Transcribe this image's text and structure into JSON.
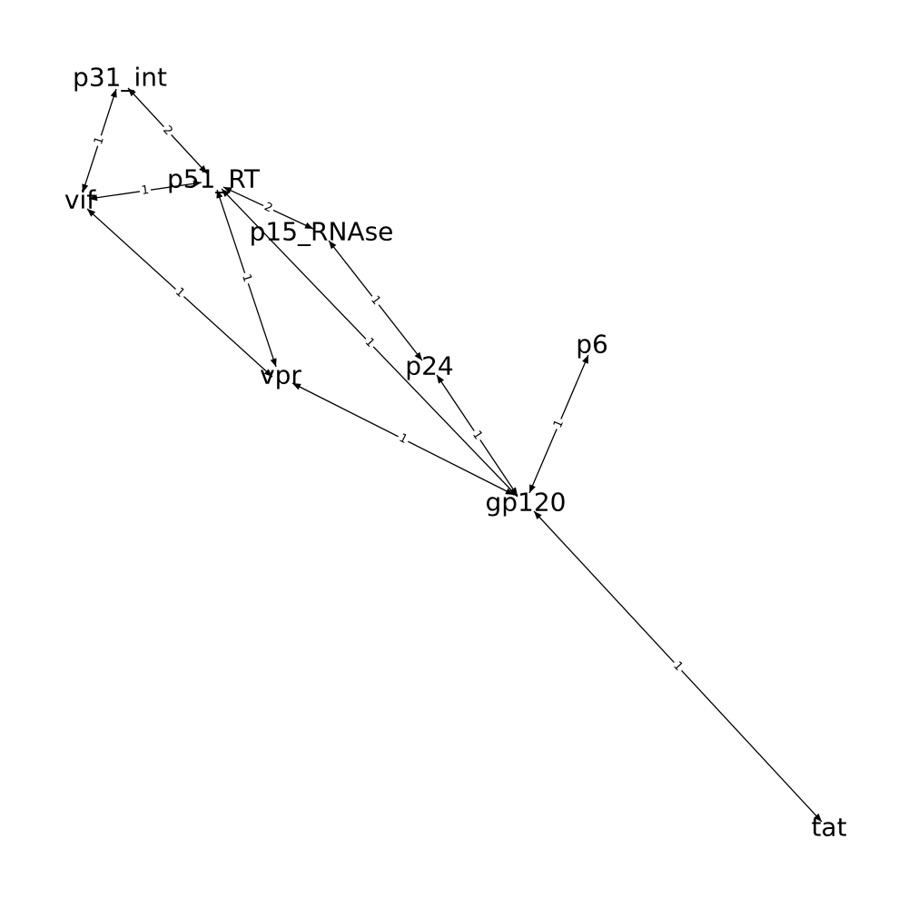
{
  "graph": {
    "directed": true,
    "arrowheads": "both-ends",
    "colors": {
      "edge": "#000000",
      "label": "#000000",
      "background": "#ffffff"
    },
    "nodes": [
      {
        "id": "p31_int",
        "label": "p31_int"
      },
      {
        "id": "p51_RT",
        "label": "p51_RT"
      },
      {
        "id": "vif",
        "label": "vif"
      },
      {
        "id": "p15_RNAse",
        "label": "p15_RNAse"
      },
      {
        "id": "p6",
        "label": "p6"
      },
      {
        "id": "p24",
        "label": "p24"
      },
      {
        "id": "vpr",
        "label": "vpr"
      },
      {
        "id": "gp120",
        "label": "gp120"
      },
      {
        "id": "tat",
        "label": "tat"
      }
    ],
    "edges": [
      {
        "source": "p31_int",
        "target": "vif",
        "weight": "1"
      },
      {
        "source": "p31_int",
        "target": "p51_RT",
        "weight": "2"
      },
      {
        "source": "vif",
        "target": "p51_RT",
        "weight": "1"
      },
      {
        "source": "p51_RT",
        "target": "p15_RNAse",
        "weight": "2"
      },
      {
        "source": "p51_RT",
        "target": "vpr",
        "weight": "1"
      },
      {
        "source": "p51_RT",
        "target": "gp120",
        "weight": "1"
      },
      {
        "source": "vif",
        "target": "vpr",
        "weight": "1"
      },
      {
        "source": "p15_RNAse",
        "target": "p24",
        "weight": "1"
      },
      {
        "source": "p24",
        "target": "gp120",
        "weight": "1"
      },
      {
        "source": "vpr",
        "target": "gp120",
        "weight": "1"
      },
      {
        "source": "p6",
        "target": "gp120",
        "weight": "1"
      },
      {
        "source": "gp120",
        "target": "tat",
        "weight": "1"
      }
    ]
  }
}
